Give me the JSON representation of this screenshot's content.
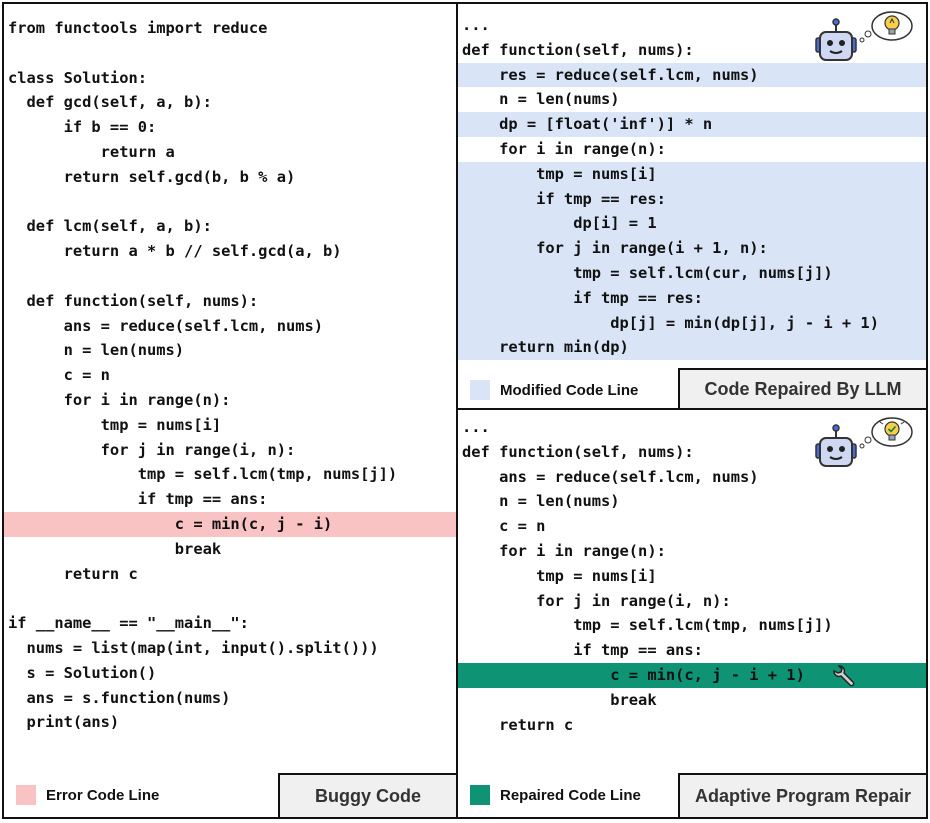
{
  "buggy": {
    "lines": [
      "from functools import reduce",
      "",
      "class Solution:",
      "  def gcd(self, a, b):",
      "      if b == 0:",
      "          return a",
      "      return self.gcd(b, b % a)",
      "",
      "  def lcm(self, a, b):",
      "      return a * b // self.gcd(a, b)",
      "",
      "  def function(self, nums):",
      "      ans = reduce(self.lcm, nums)",
      "      n = len(nums)",
      "      c = n",
      "      for i in range(n):",
      "          tmp = nums[i]",
      "          for j in range(i, n):",
      "              tmp = self.lcm(tmp, nums[j])",
      "              if tmp == ans:",
      "                  c = min(c, j - i)",
      "                  break",
      "      return c",
      "",
      "if __name__ == \"__main__\":",
      "  nums = list(map(int, input().split()))",
      "  s = Solution()",
      "  ans = s.function(nums)",
      "  print(ans)"
    ],
    "highlight": [
      20
    ],
    "legend_label": "Error Code Line",
    "tag": "Buggy Code"
  },
  "llm": {
    "lines": [
      "...",
      "def function(self, nums):",
      "    res = reduce(self.lcm, nums)",
      "    n = len(nums)",
      "    dp = [float('inf')] * n",
      "    for i in range(n):",
      "        tmp = nums[i]",
      "        if tmp == res:",
      "            dp[i] = 1",
      "        for j in range(i + 1, n):",
      "            tmp = self.lcm(cur, nums[j])",
      "            if tmp == res:",
      "                dp[j] = min(dp[j], j - i + 1)",
      "    return min(dp)"
    ],
    "highlight": [
      2,
      4,
      6,
      7,
      8,
      9,
      10,
      11,
      12,
      13
    ],
    "legend_label": "Modified Code Line",
    "tag": "Code Repaired By LLM"
  },
  "apr": {
    "lines": [
      "...",
      "def function(self, nums):",
      "    ans = reduce(self.lcm, nums)",
      "    n = len(nums)",
      "    c = n",
      "    for i in range(n):",
      "        tmp = nums[i]",
      "        for j in range(i, n):",
      "            tmp = self.lcm(tmp, nums[j])",
      "            if tmp == ans:",
      "                c = min(c, j - i + 1)",
      "                break",
      "    return c"
    ],
    "highlight": [
      10
    ],
    "legend_label": "Repaired Code Line",
    "tag": "Adaptive Program Repair"
  },
  "colors": {
    "error": "#f9c3c3",
    "modified": "#d9e5f6",
    "repaired": "#0e9474"
  },
  "icons": [
    "robot-icon",
    "lightbulb-icon",
    "wrench-icon"
  ]
}
